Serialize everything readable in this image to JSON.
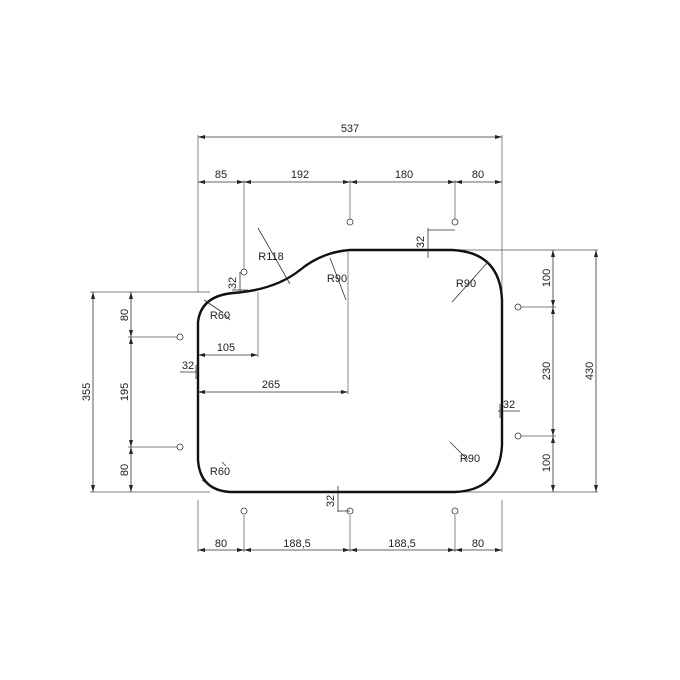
{
  "dimensions": {
    "overall_width": "537",
    "top_segments": [
      "85",
      "192",
      "180",
      "80"
    ],
    "bottom_segments": [
      "80",
      "188,5",
      "188,5",
      "80"
    ],
    "overall_height_right": "430",
    "right_segments": [
      "100",
      "230",
      "100"
    ],
    "overall_height_left": "355",
    "left_segments": [
      "80",
      "195",
      "80"
    ],
    "inner_105": "105",
    "inner_265": "265",
    "hole_offsets": [
      "32",
      "32",
      "32",
      "32",
      "32"
    ],
    "radii": [
      "R118",
      "R90",
      "R90",
      "R60",
      "R60",
      "R90"
    ]
  }
}
